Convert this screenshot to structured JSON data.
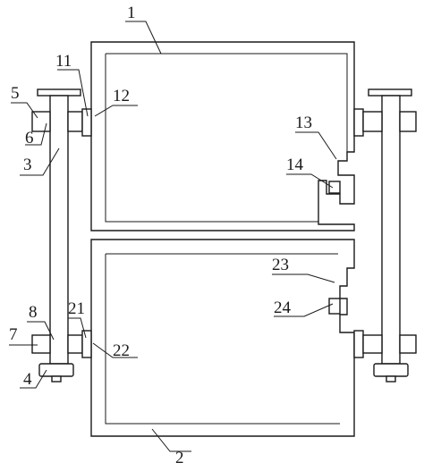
{
  "labels": {
    "l1": "1",
    "l2": "2",
    "l3": "3",
    "l4": "4",
    "l5": "5",
    "l6": "6",
    "l7": "7",
    "l8": "8",
    "l11": "11",
    "l12": "12",
    "l13": "13",
    "l14": "14",
    "l21": "21",
    "l22": "22",
    "l23": "23",
    "l24": "24"
  }
}
